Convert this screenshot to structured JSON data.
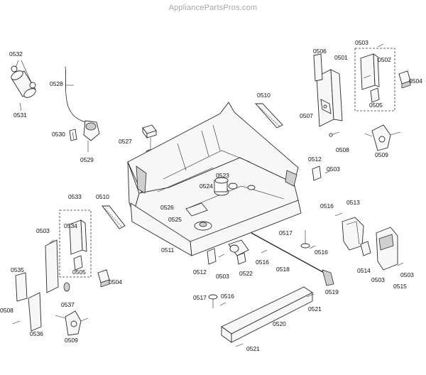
{
  "site": {
    "watermark": "AppliancePartsPros.com"
  },
  "callouts": {
    "c0532": "0532",
    "c0531": "0531",
    "c0528": "0528",
    "c0530": "0530",
    "c0529": "0529",
    "c0527": "0527",
    "c0510a": "0510",
    "c0506": "0506",
    "c0501": "0501",
    "c0503a": "0503",
    "c0502": "0502",
    "c0504a": "0504",
    "c0505a": "0505",
    "c0507": "0507",
    "c0508a": "0508",
    "c0509a": "0509",
    "c0512a": "0512",
    "c0503b": "0503",
    "c0523": "0523",
    "c0524": "0524",
    "c0526": "0526",
    "c0525": "0525",
    "c0533": "0533",
    "c0510b": "0510",
    "c0534": "0534",
    "c0503c": "0503",
    "c0535": "0535",
    "c0505b": "0505",
    "c0504b": "0504",
    "c0537": "0537",
    "c0508b": "0508",
    "c0536": "0536",
    "c0509b": "0509",
    "c0511": "0511",
    "c0512b": "0512",
    "c0503d": "0503",
    "c0522": "0522",
    "c0516a": "0516",
    "c0517a": "0517",
    "c0516b": "0516",
    "c0518": "0518",
    "c0516c": "0516",
    "c0513": "0513",
    "c0514": "0514",
    "c0503e": "0503",
    "c0515": "0515",
    "c0503f": "0503",
    "c0519": "0519",
    "c0521a": "0521",
    "c0517b": "0517",
    "c0516d": "0516",
    "c0520": "0520",
    "c0521b": "0521"
  }
}
